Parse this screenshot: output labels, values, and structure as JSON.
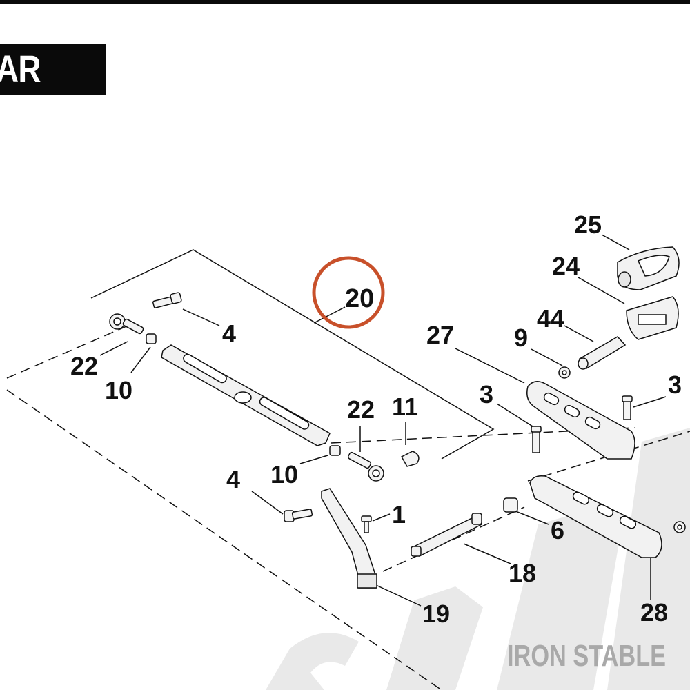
{
  "header": {
    "title_fragment": "AR"
  },
  "callouts": {
    "c20": "20",
    "c25": "25",
    "c24": "24",
    "c44": "44",
    "c27": "27",
    "c9": "9",
    "c3a": "3",
    "c3b": "3",
    "c4a": "4",
    "c4b": "4",
    "c22a": "22",
    "c22b": "22",
    "c10a": "10",
    "c10b": "10",
    "c11": "11",
    "c1": "1",
    "c6": "6",
    "c18": "18",
    "c19": "19",
    "c28": "28"
  },
  "highlight": {
    "target": "20",
    "color": "#c8502a"
  },
  "watermark": {
    "text": "IRON STABLE",
    "letters_hint": "STAB",
    "color": "#a9a9a9"
  }
}
